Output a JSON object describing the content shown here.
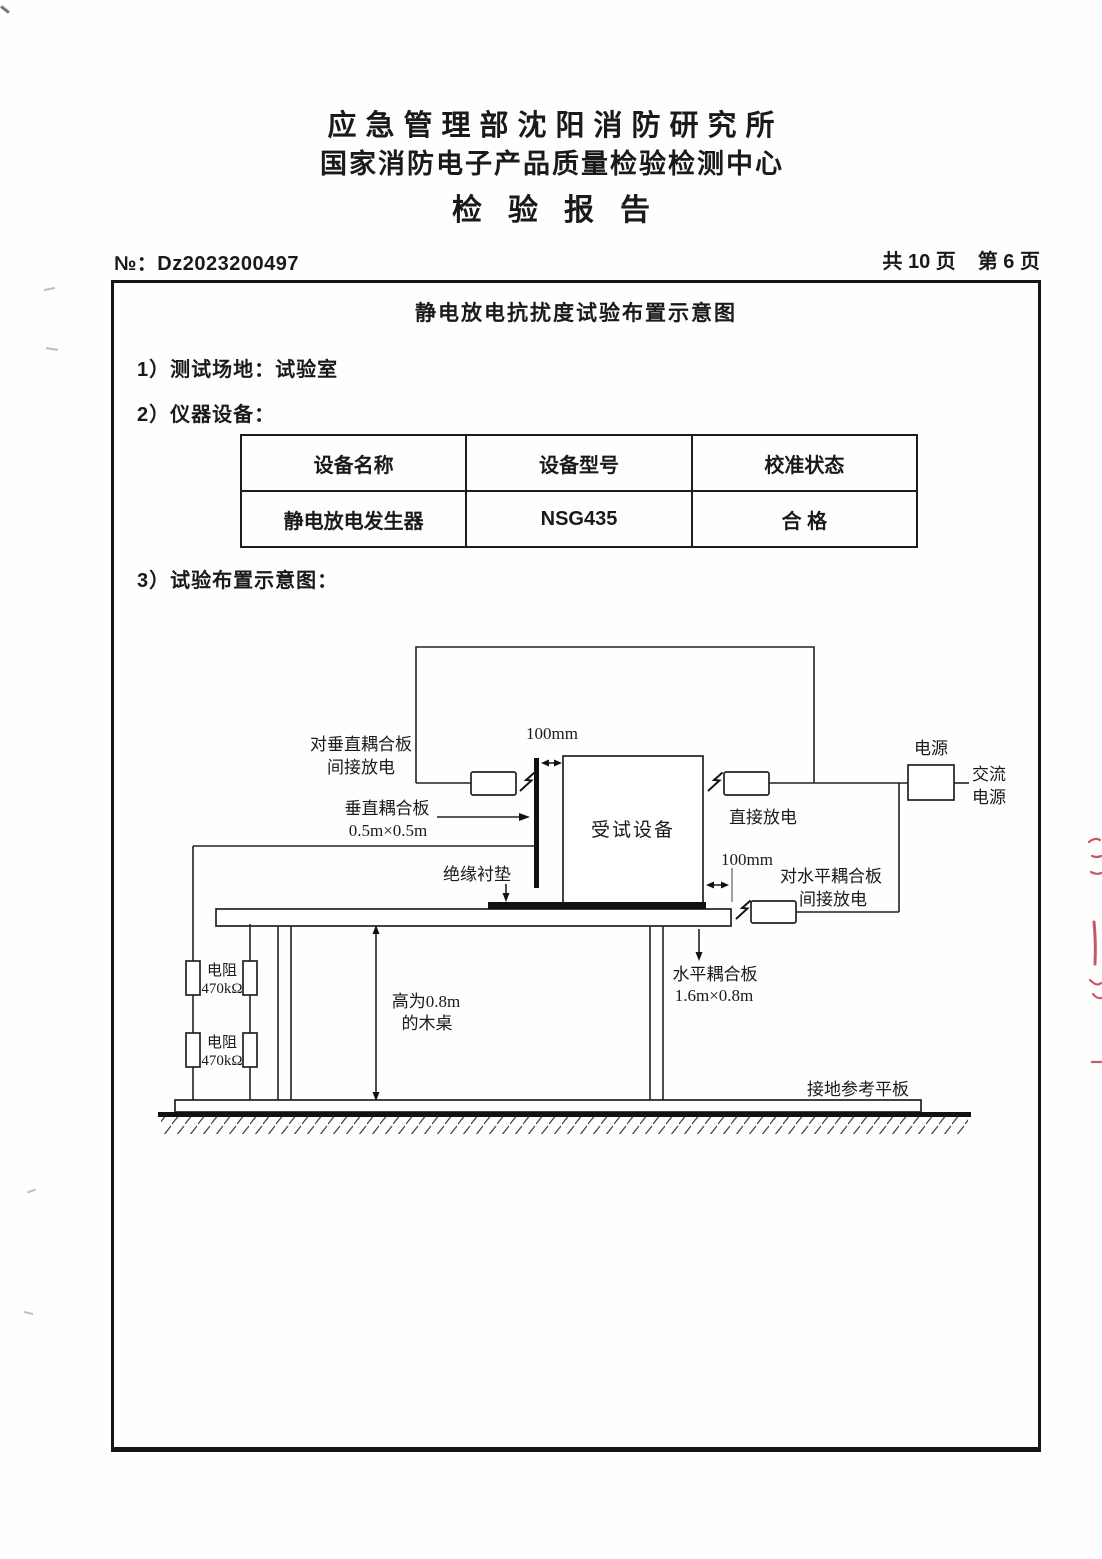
{
  "header": {
    "org_line1": "应急管理部沈阳消防研究所",
    "org_line2": "国家消防电子产品质量检验检测中心",
    "report_title": "检验报告"
  },
  "doc_info": {
    "no_label": "№：",
    "no_value": "Dz2023200497",
    "pages_total": "共 10 页",
    "page_current": "第 6 页"
  },
  "section": {
    "title": "静电放电抗扰度试验布置示意图",
    "item1": "1）测试场地：试验室",
    "item2": "2）仪器设备：",
    "item3": "3）试验布置示意图："
  },
  "equipment": {
    "headers": [
      "设备名称",
      "设备型号",
      "校准状态"
    ],
    "rows": [
      [
        "静电放电发生器",
        "NSG435",
        "合  格"
      ]
    ]
  },
  "diagram": {
    "labels": {
      "gap_top": "100mm",
      "vcp_indirect_line1": "对垂直耦合板",
      "vcp_indirect_line2": "间接放电",
      "vcp_line1": "垂直耦合板",
      "vcp_line2": "0.5m×0.5m",
      "eut": "受试设备",
      "direct_discharge": "直接放电",
      "power": "电源",
      "ac_line1": "交流",
      "ac_line2": "电源",
      "insulating_mat": "绝缘衬垫",
      "gap_right": "100mm",
      "hcp_indirect_line1": "对水平耦合板",
      "hcp_indirect_line2": "间接放电",
      "hcp_line1": "水平耦合板",
      "hcp_line2": "1.6m×0.8m",
      "resistor_name": "电阻",
      "resistor_value": "470kΩ",
      "table_height_line1": "高为0.8m",
      "table_height_line2": "的木桌",
      "ground_plate": "接地参考平板"
    },
    "colors": {
      "ink": "#1a1a1a",
      "red_ink": "#c0394b"
    }
  }
}
